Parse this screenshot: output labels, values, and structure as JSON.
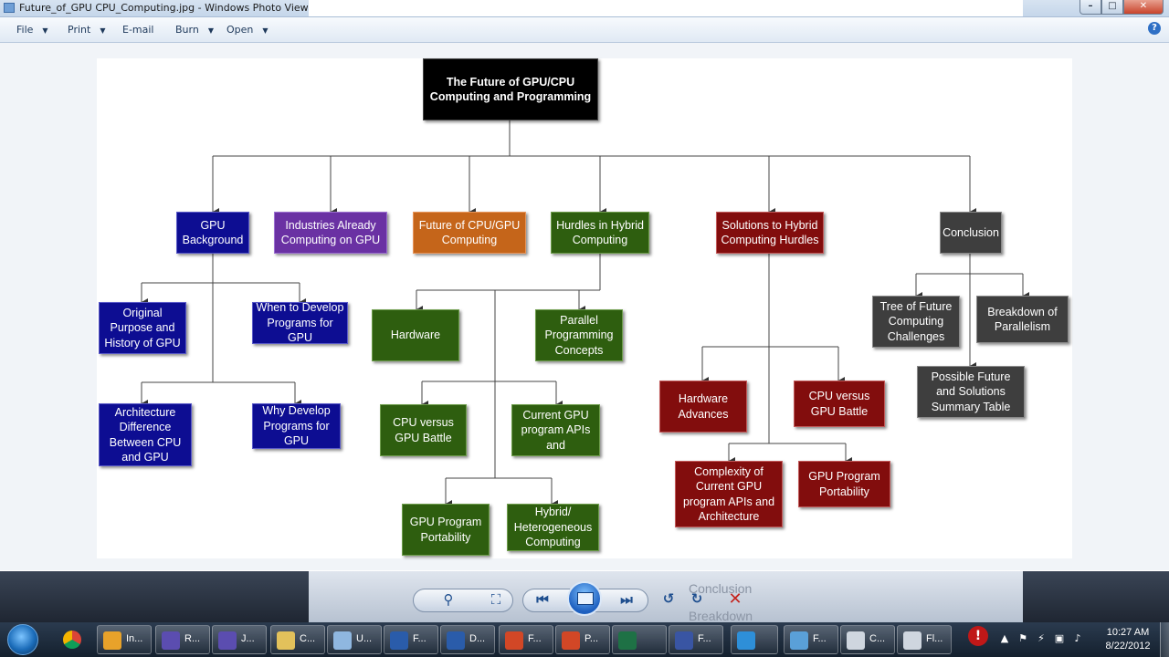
{
  "window": {
    "title": "Future_of_GPU CPU_Computing.jpg - Windows Photo Viewer",
    "minimize_glyph": "–",
    "maximize_glyph": "□",
    "close_glyph": "✕"
  },
  "menu": {
    "file": "File",
    "print": "Print",
    "email": "E-mail",
    "burn": "Burn",
    "open": "Open",
    "help_glyph": "?"
  },
  "chart": {
    "root": "The Future of GPU/CPU Computing and Programming",
    "gpu_background": "GPU Background",
    "industries": "Industries Already Computing on GPU",
    "future": "Future of CPU/GPU Computing",
    "hurdles": "Hurdles in Hybrid Computing",
    "solutions": "Solutions to Hybrid Computing Hurdles",
    "conclusion": "Conclusion",
    "original_purpose": "Original Purpose and History of GPU",
    "when_to_develop": "When to Develop Programs for GPU",
    "architecture_difference": "Architecture Difference Between CPU and GPU",
    "why_develop": "Why Develop Programs for GPU",
    "hardware": "Hardware",
    "parallel_concepts": "Parallel Programming Concepts",
    "cpu_vs_gpu_1": "CPU versus GPU Battle",
    "current_gpu_apis": "Current GPU program APIs and",
    "gpu_portability_1": "GPU Program Portability",
    "hybrid_heterogeneous": "Hybrid/ Heterogeneous Computing",
    "hardware_advances": "Hardware Advances",
    "cpu_vs_gpu_2": "CPU versus GPU Battle",
    "complexity": "Complexity of Current GPU program APIs and Architecture",
    "gpu_portability_2": "GPU Program Portability",
    "tree_future": "Tree of Future Computing Challenges",
    "breakdown": "Breakdown of Parallelism",
    "possible_future": "Possible Future and Solutions Summary Table"
  },
  "colors": {
    "blue": "#0d0d92",
    "purple": "#6a31a3",
    "orange": "#c5651a",
    "green": "#2e5e0f",
    "red": "#820d0d",
    "gray": "#3e3e3e",
    "black": "#000000"
  },
  "controls": {
    "zoom_icon": "magnifier-icon",
    "fit_icon": "actual-size-icon",
    "previous_icon": "previous-icon",
    "slideshow_icon": "slideshow-icon",
    "next_icon": "next-icon",
    "rotate_ccw_icon": "rotate-counterclockwise-icon",
    "rotate_cw_icon": "rotate-clockwise-icon",
    "delete_icon": "delete-icon",
    "background_ghost_1": "Conclusion",
    "background_ghost_2": "Breakdown"
  },
  "taskbar": {
    "items": [
      {
        "label": "In...",
        "icon": "outlook-icon",
        "color": "#e8a22a"
      },
      {
        "label": "R...",
        "icon": "infinity-icon",
        "color": "#5b4db0"
      },
      {
        "label": "J...",
        "icon": "infinity-icon",
        "color": "#5b4db0"
      },
      {
        "label": "C...",
        "icon": "folder-icon",
        "color": "#e2c15b"
      },
      {
        "label": "U...",
        "icon": "paint-icon",
        "color": "#8fb7e0"
      },
      {
        "label": "F...",
        "icon": "word-icon",
        "color": "#2a5caa"
      },
      {
        "label": "D...",
        "icon": "word-icon",
        "color": "#2a5caa"
      },
      {
        "label": "F...",
        "icon": "powerpoint-icon",
        "color": "#d24726"
      },
      {
        "label": "P...",
        "icon": "powerpoint-icon",
        "color": "#d24726"
      },
      {
        "label": "",
        "icon": "excel-icon",
        "color": "#1e7145"
      },
      {
        "label": "F...",
        "icon": "visio-icon",
        "color": "#3955a3"
      },
      {
        "label": "",
        "icon": "internet-explorer-icon",
        "color": "#2e8fd8"
      },
      {
        "label": "F...",
        "icon": "photo-viewer-icon",
        "color": "#5aa0d8"
      },
      {
        "label": "C...",
        "icon": "camera-icon",
        "color": "#cfd6df"
      },
      {
        "label": "Fl...",
        "icon": "window-icon",
        "color": "#cfd6df"
      }
    ],
    "chrome_icon": "chrome-icon",
    "start_icon": "windows-start-icon",
    "time": "10:27 AM",
    "date": "8/22/2012"
  }
}
